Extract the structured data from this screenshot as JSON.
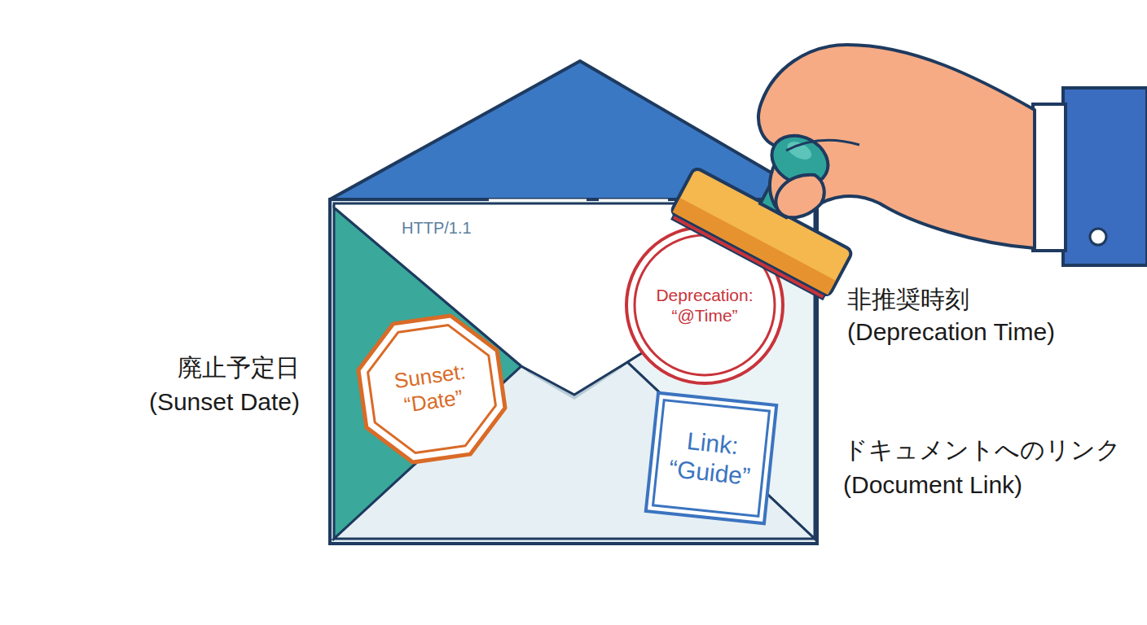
{
  "diagram": {
    "nodes": [
      {
        "text": [
          "HTTP/1.1"
        ]
      },
      {
        "text": [
          "Deprecation: “@Time”"
        ]
      },
      {
        "text": [
          "Sunset: “Date”"
        ]
      },
      {
        "text": [
          "Link: “Guide”"
        ]
      }
    ],
    "labels": [
      "非推奨時刻",
      "(Deprecation Time)",
      "廃止予定日",
      "(Sunset Date)",
      "ドキュメントへのリンク",
      "(Document Link)"
    ]
  }
}
